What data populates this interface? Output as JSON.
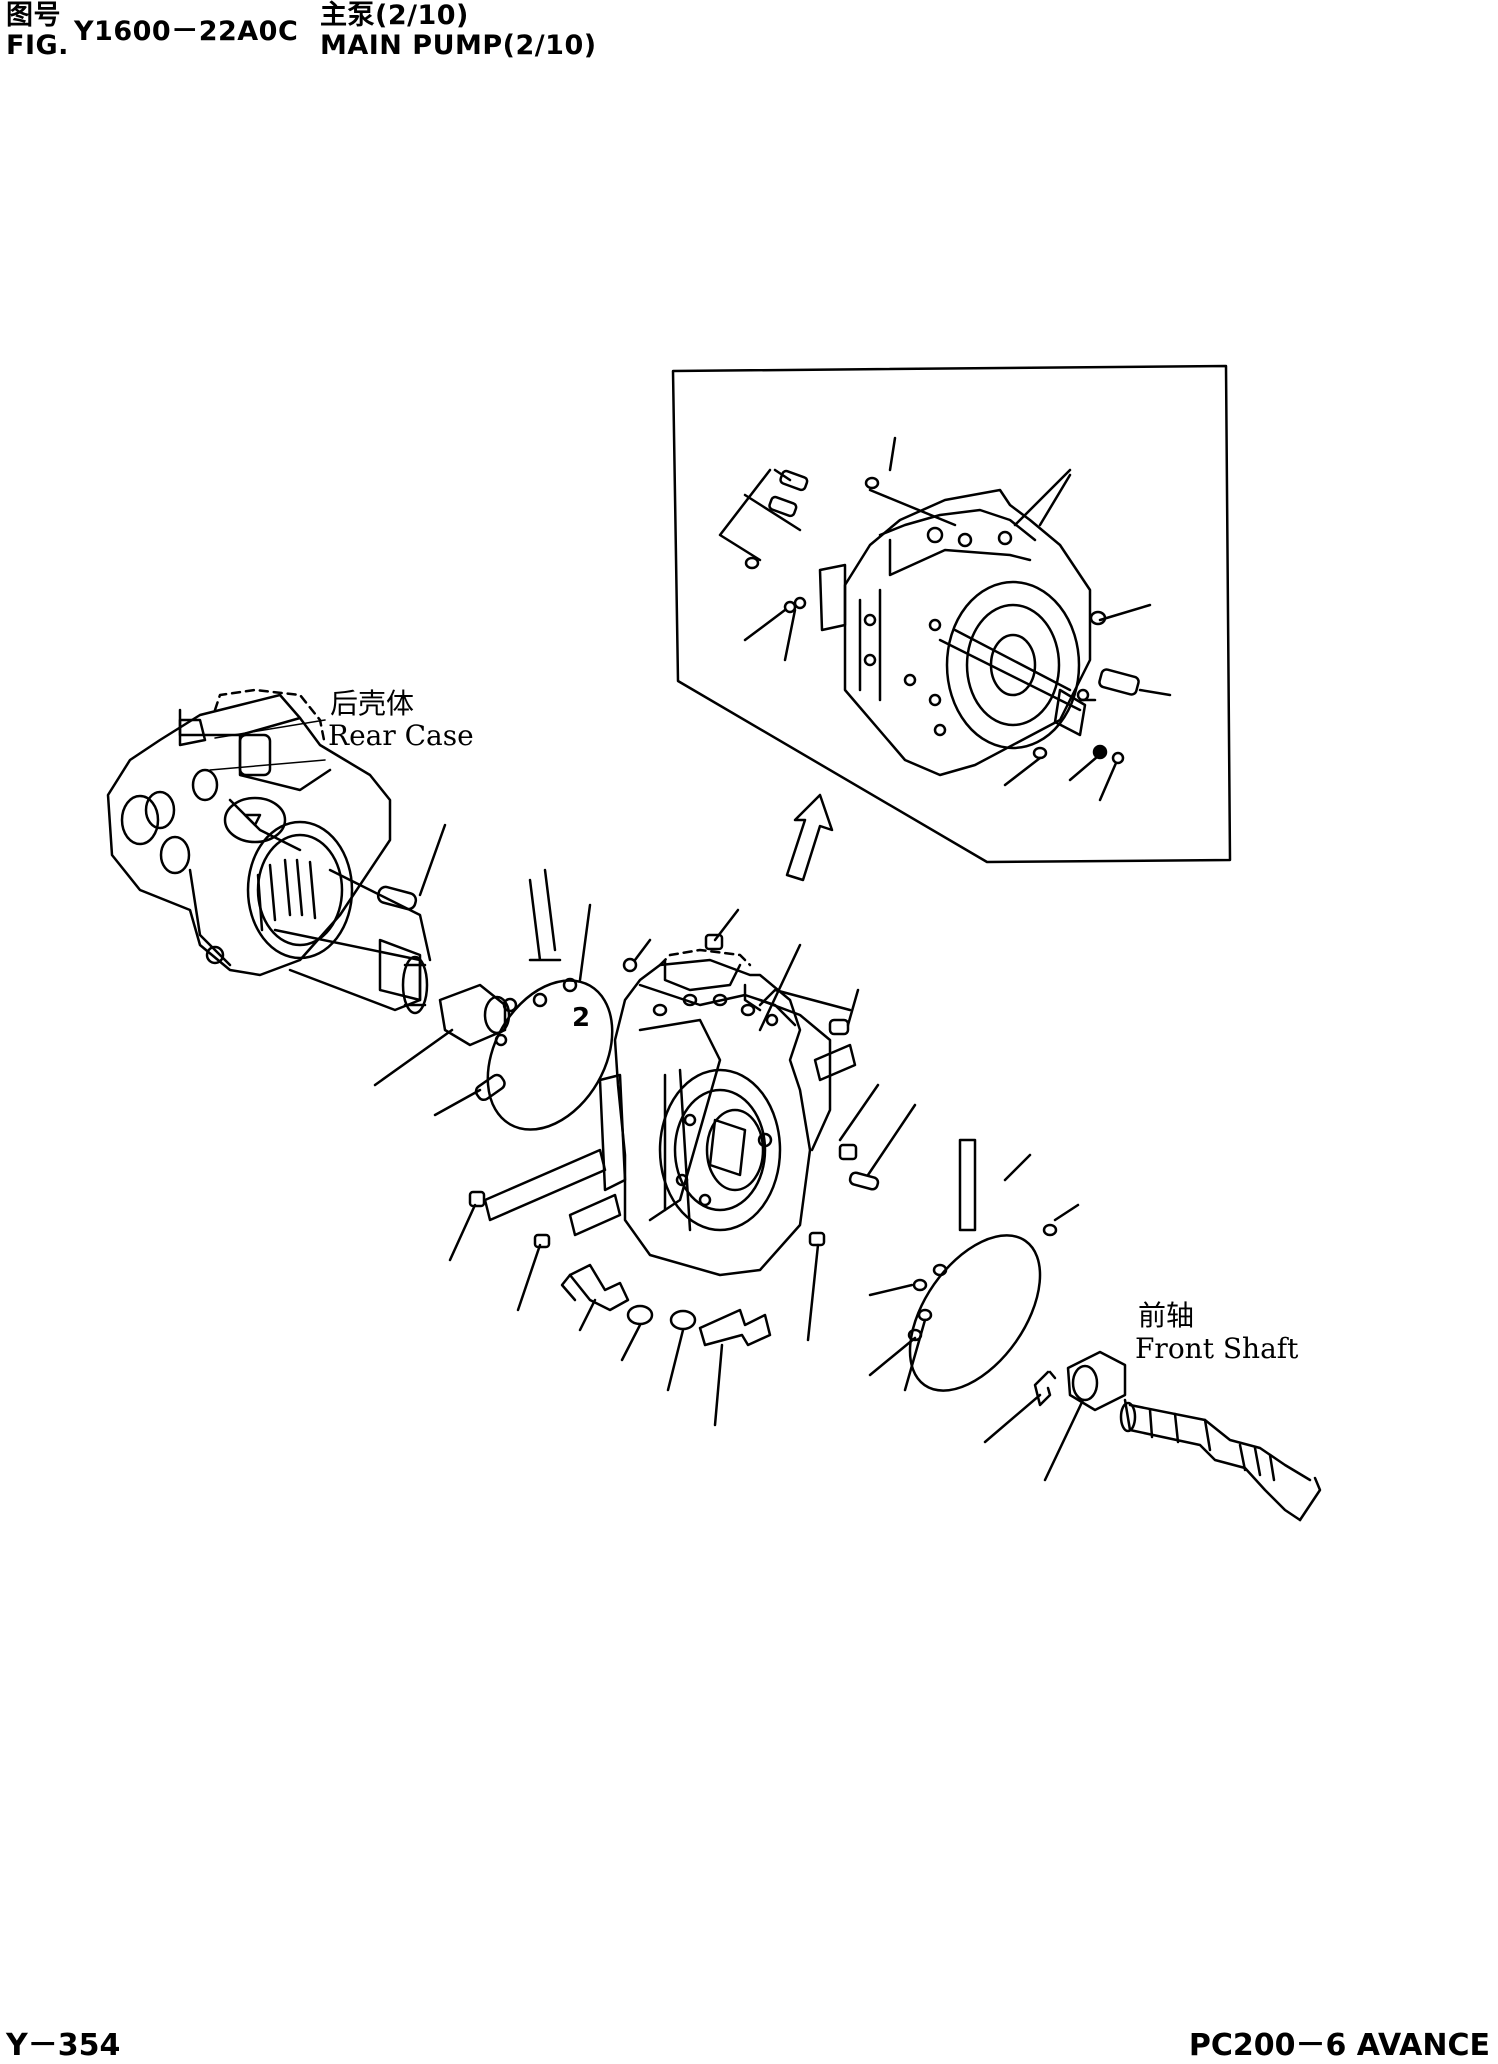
{
  "header": {
    "fig_label_cn": "图号",
    "fig_label_en": "FIG.",
    "fig_number": "Y1600－22A0C",
    "title_cn": "主泵(2/10)",
    "title_en": "MAIN PUMP(2/10)"
  },
  "diagram": {
    "rear_case_cn": "后壳体",
    "rear_case_en": "Rear Case",
    "front_shaft_cn": "前轴",
    "front_shaft_en": "Front Shaft",
    "callout_number": "2"
  },
  "footer": {
    "page_code": "Y－354",
    "model": "PC200－6 AVANCE"
  }
}
